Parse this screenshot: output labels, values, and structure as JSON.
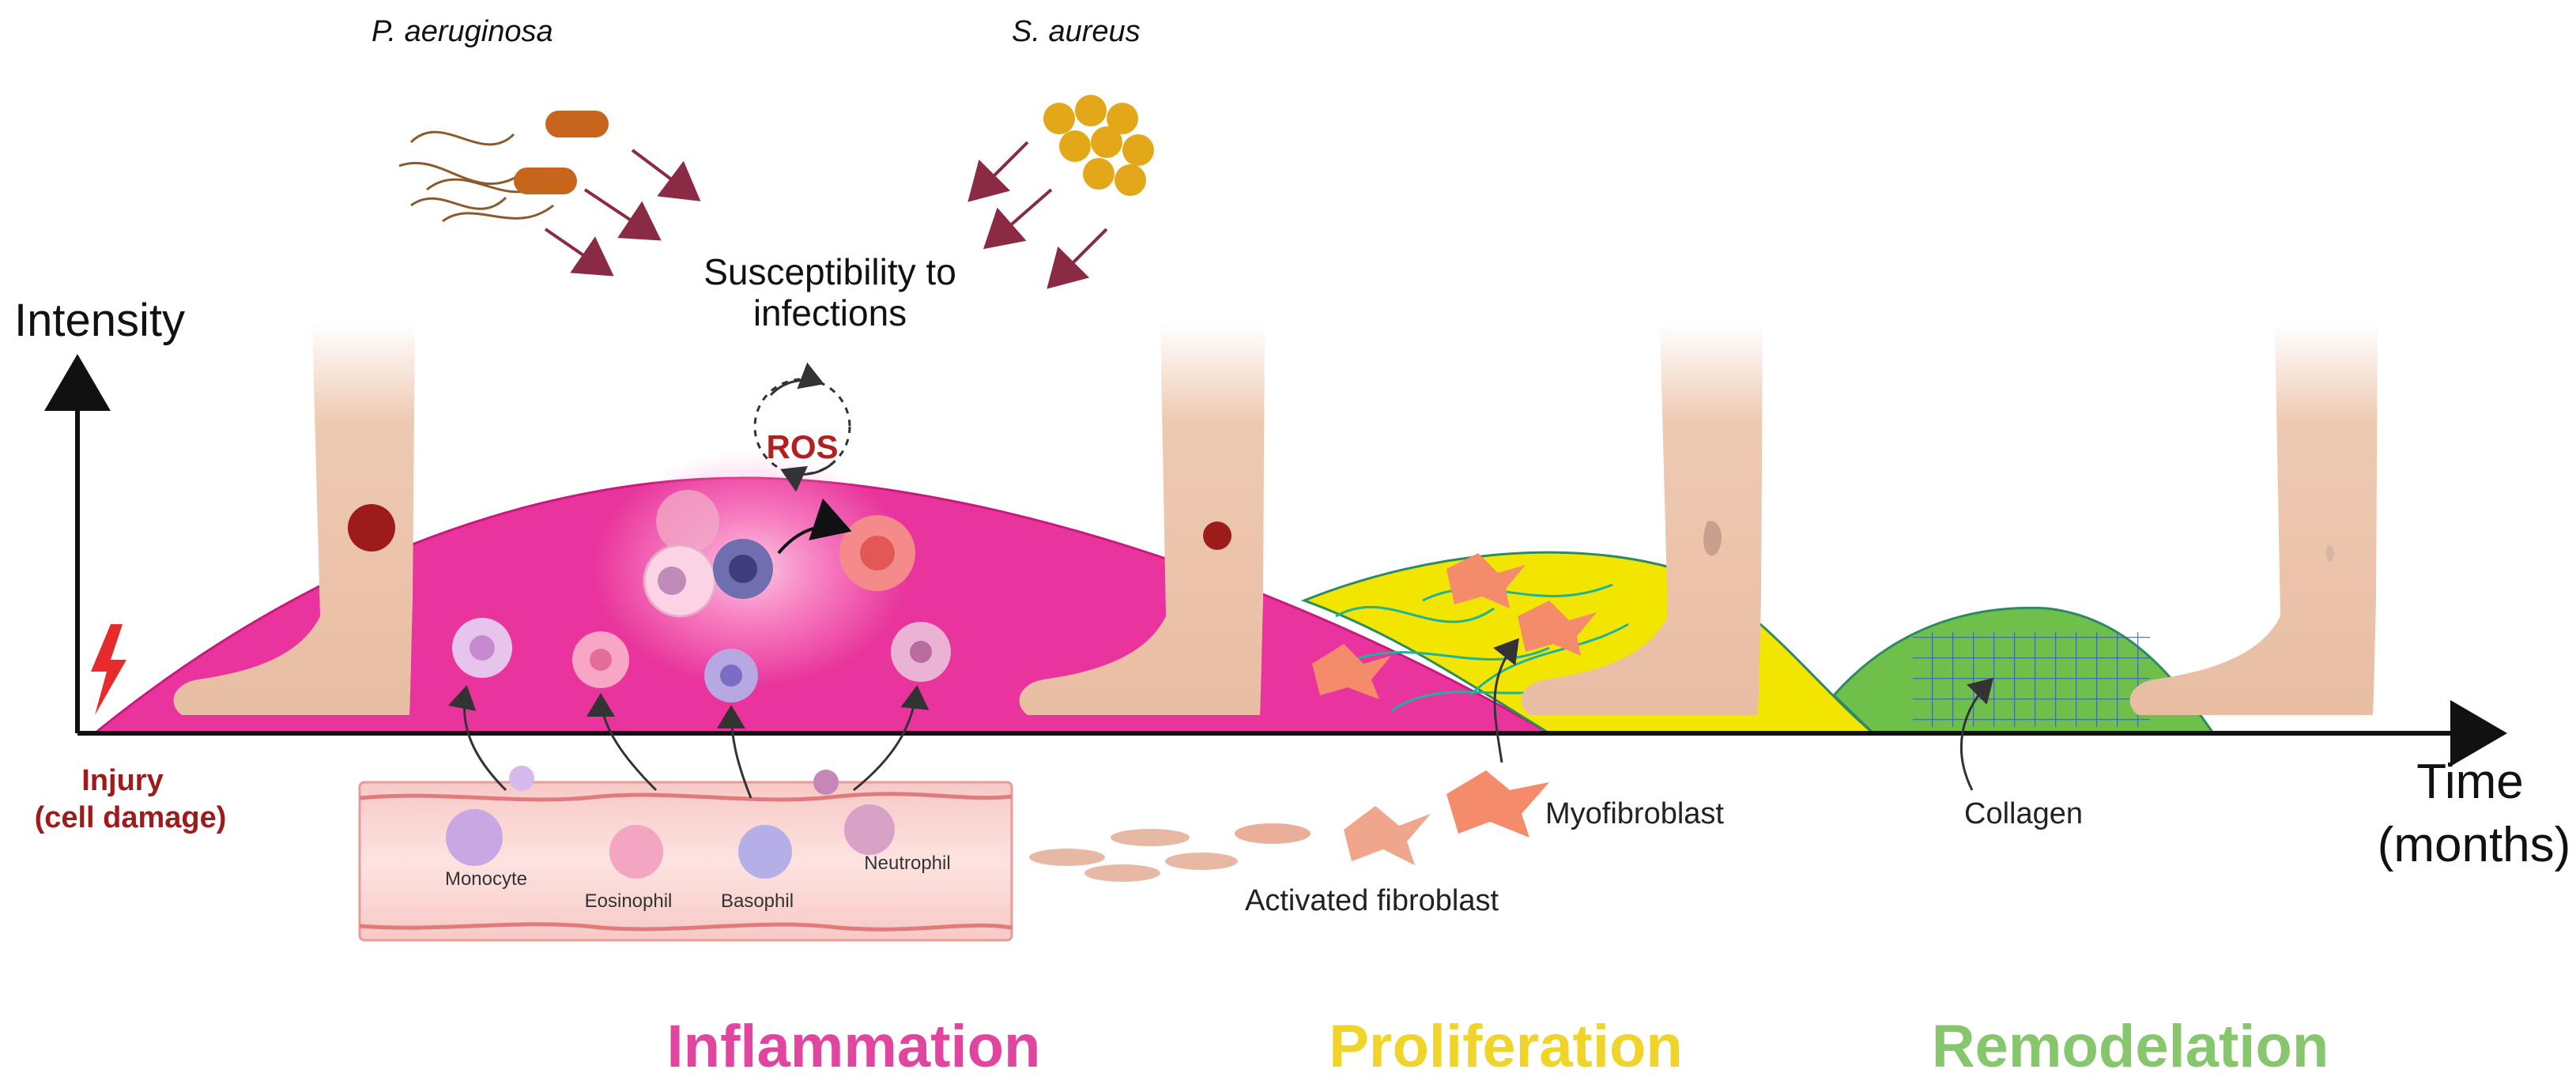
{
  "pathogens": {
    "pa": "P. aeruginosa",
    "sa": "S. aureus",
    "susceptibility_line1": "Susceptibility to",
    "susceptibility_line2": "infections"
  },
  "axes": {
    "y_label": "Intensity",
    "x_label_line1": "Time",
    "x_label_line2": "(months)"
  },
  "injury": {
    "line1": "Injury",
    "line2": "(cell damage)"
  },
  "ros": "ROS",
  "vessel_cells": {
    "monocyte": "Monocyte",
    "eosinophil": "Eosinophil",
    "basophil": "Basophil",
    "neutrophil": "Neutrophil"
  },
  "fibro": {
    "myofibroblast": "Myofibroblast",
    "activated": "Activated fibroblast",
    "collagen": "Collagen"
  },
  "phases": {
    "inflammation": "Inflammation",
    "proliferation": "Proliferation",
    "remodelation": "Remodelation"
  },
  "colors": {
    "inflammation": "#e8349c",
    "proliferation": "#f2e600",
    "remodelation": "#6fc04b",
    "wound": "#9e1b1b",
    "skin": "#eec9b2",
    "arrow_red": "#8a2a45",
    "phase_text_inflammation": "#e0459f",
    "phase_text_proliferation": "#f1d42a",
    "phase_text_remodelation": "#86c66d"
  }
}
